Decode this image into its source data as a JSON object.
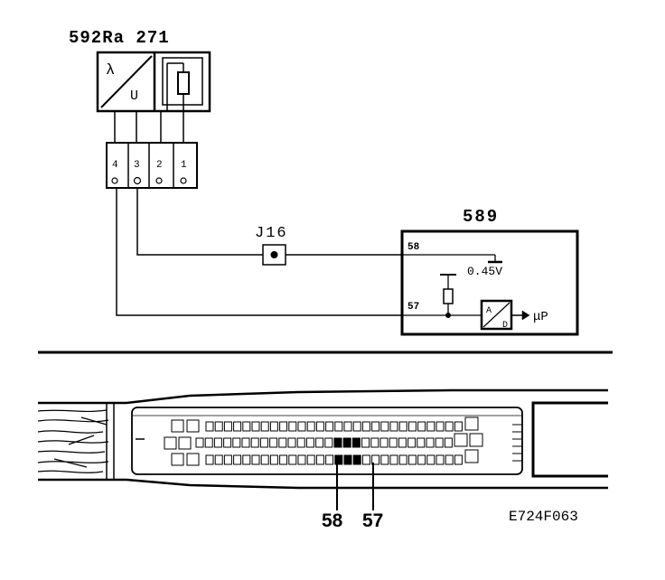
{
  "component_label": "592Ra 271",
  "sensor_symbols": {
    "sensor_top": "λ",
    "sensor_bottom": "U"
  },
  "connector_pins": [
    "4",
    "3",
    "2",
    "1"
  ],
  "junction_label": "J16",
  "ecu": {
    "label": "589",
    "pin_top": "58",
    "pin_bottom": "57",
    "voltage": "0.45V",
    "adc_top": "A",
    "adc_bottom": "D",
    "output": "μP"
  },
  "callouts": [
    "58",
    "57"
  ],
  "figure_code": "E724F063"
}
